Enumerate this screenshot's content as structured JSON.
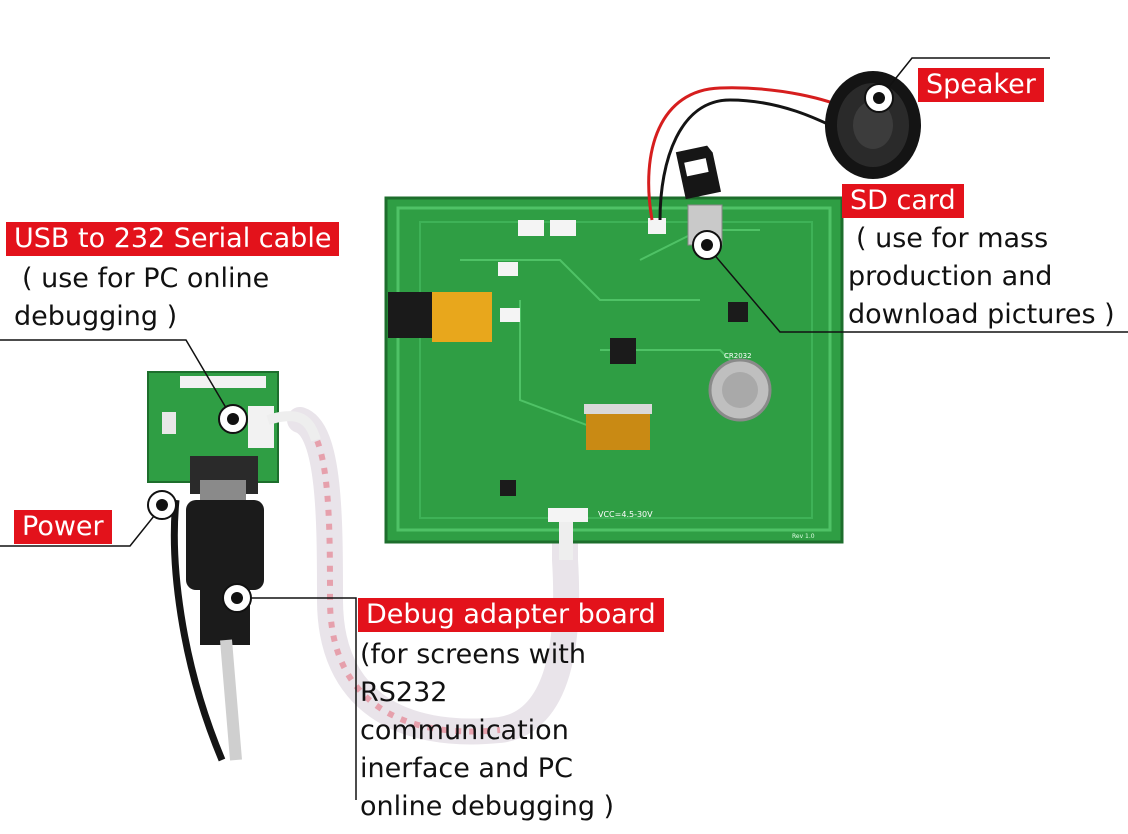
{
  "labels": {
    "speaker": {
      "title": "Speaker"
    },
    "sd_card": {
      "title": "SD card",
      "lines": [
        "( use for mass",
        "production and",
        "download pictures )"
      ]
    },
    "usb_cable": {
      "title": "USB to 232 Serial cable",
      "lines": [
        "( use for PC online",
        "debugging )"
      ]
    },
    "power": {
      "title": "Power"
    },
    "debug_board": {
      "title": "Debug adapter board",
      "lines": [
        "(for screens with",
        "RS232",
        "communication",
        "inerface and PC",
        "online debugging )"
      ]
    }
  },
  "board_text": {
    "connector": "VCC=4.5-30V",
    "coin_cell": "CR2032",
    "rev": "Rev 1.0"
  },
  "colors": {
    "label_bg": "#e3121b",
    "pcb_green": "#2f9e44",
    "pcb_trace": "#4fc266"
  }
}
